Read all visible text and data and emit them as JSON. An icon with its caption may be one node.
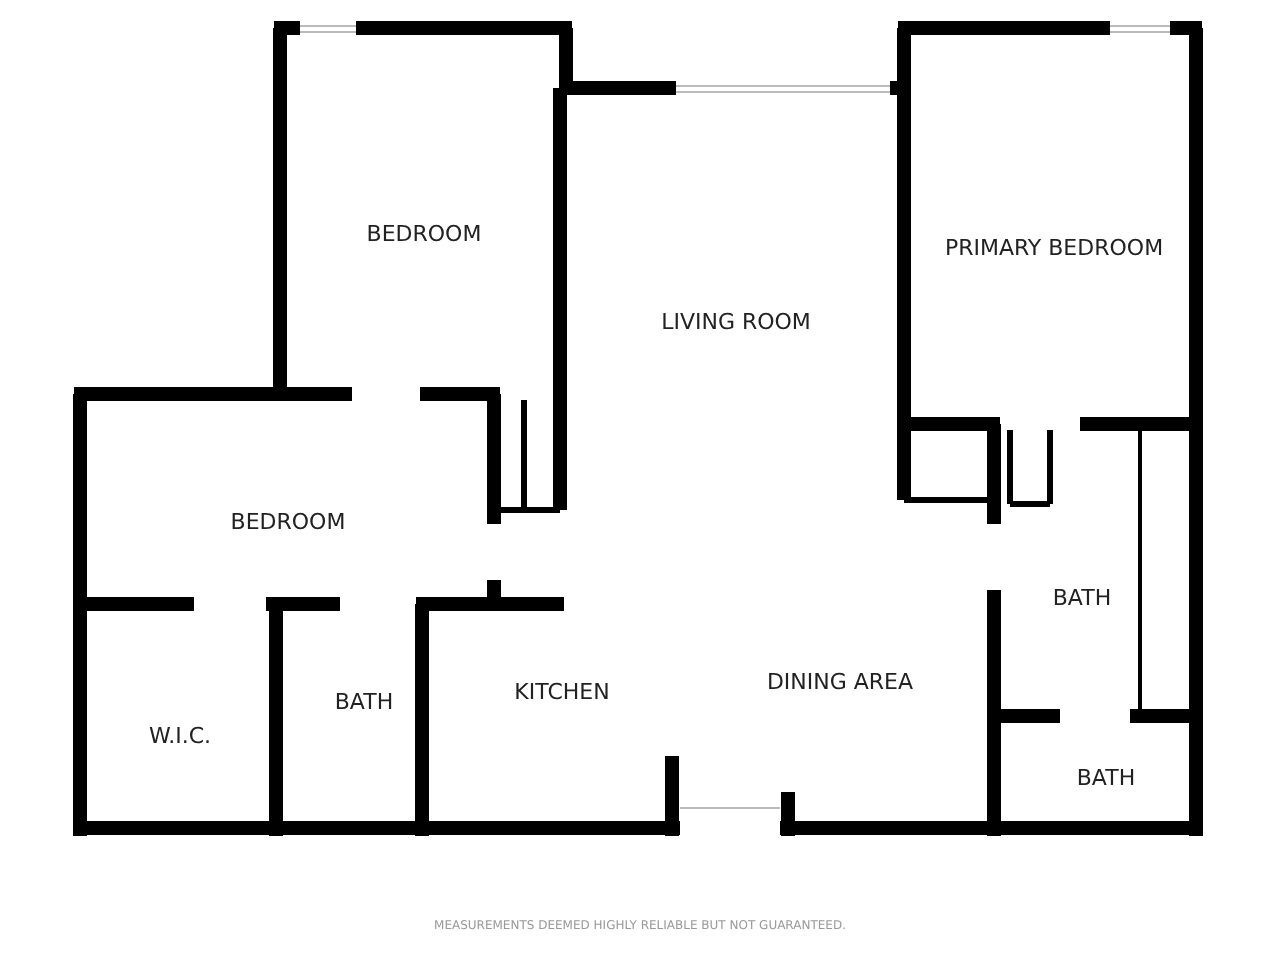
{
  "diagram": {
    "labels": [
      "BEDROOM",
      "PRIMARY BEDROOM",
      "LIVING ROOM",
      "BEDROOM",
      "BATH",
      "DINING AREA",
      "KITCHEN",
      "W.I.C.",
      "BATH",
      "BATH",
      "MEASUREMENTS DEEMED HIGHLY RELIABLE BUT NOT GUARANTEED."
    ]
  }
}
